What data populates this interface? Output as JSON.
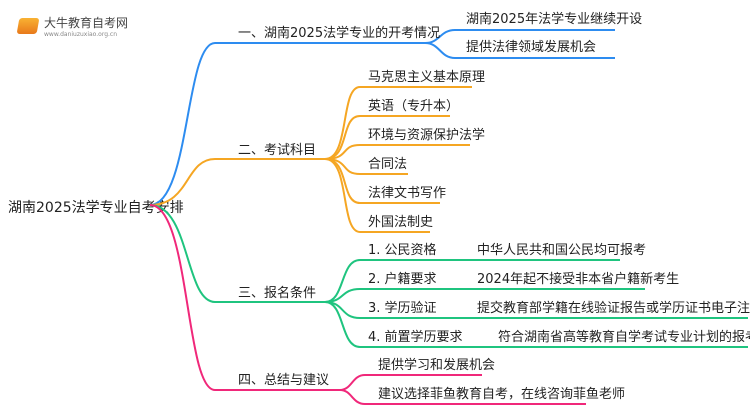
{
  "logo": {
    "name": "大牛教育自考网",
    "url": "www.daniuzuxiao.org.cn"
  },
  "root": "湖南2025法学专业自考安排",
  "colors": {
    "b1": "#2d8cf0",
    "b2": "#f5a623",
    "b3": "#1fc47f",
    "b4": "#f0287a"
  },
  "branches": [
    {
      "label": "一、湖南2025法学专业的开考情况",
      "children": [
        "湖南2025年法学专业继续开设",
        "提供法律领域发展机会"
      ]
    },
    {
      "label": "二、考试科目",
      "children": [
        "马克思主义基本原理",
        "英语（专升本）",
        "环境与资源保护法学",
        "合同法",
        "法律文书写作",
        "外国法制史"
      ]
    },
    {
      "label": "三、报名条件",
      "children": [
        {
          "name": "1. 公民资格",
          "detail": "中华人民共和国公民均可报考"
        },
        {
          "name": "2. 户籍要求",
          "detail": "2024年起不接受非本省户籍新考生"
        },
        {
          "name": "3. 学历验证",
          "detail": "提交教育部学籍在线验证报告或学历证书电子注册备案表"
        },
        {
          "name": "4. 前置学历要求",
          "detail": "符合湖南省高等教育自学考试专业计划的报考条件"
        }
      ]
    },
    {
      "label": "四、总结与建议",
      "children": [
        "提供学习和发展机会",
        "建议选择菲鱼教育自考，在线咨询菲鱼老师"
      ]
    }
  ]
}
